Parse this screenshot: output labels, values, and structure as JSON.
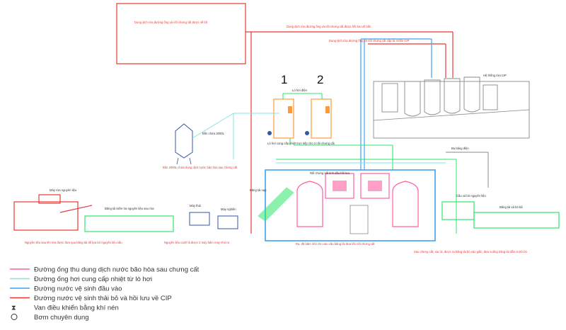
{
  "colors": {
    "pink": "#ff5fa2",
    "green": "#2ee66b",
    "cyan": "#7fe6e0",
    "blue": "#3da2f0",
    "red": "#e53935",
    "orange": "#ff9a3c",
    "gray": "#888888",
    "teal": "#2fb8a5"
  },
  "labels": {
    "wash_return_left": "Dung dịch rửa đường ống và nồi chưng cất được về bồ",
    "wash_return_right": "Dung dịch rửa đường ống và nồi chưng cất được hồi lưu về bồn",
    "cip_supply": "Dung dịch rửa đường ống và nồi chưng cất cấp từ 4 bồn CIP",
    "cip_system": "Hệ thống rửa CIP",
    "boiler_title": "Lò hơi điện",
    "boiler_number_1": "1",
    "boiler_number_2": "2",
    "boiler_supply": "Lò hơi cung cấp nhiệt trực tiếp cho 2 nồi chưng cất",
    "tank_title": "Bồn chứa 2000L",
    "tank_caption": "Bồn 2000L chứa dung dịch nước bão hòa sau chưng cất",
    "washer": "Máy rửa nguyên liệu",
    "conveyor_1": "Băng tải kiểm tra nguyên liệu sau rửa",
    "raw_note": "Nguyên liệu sau khi rửa được đưa qua băng tải để lựa bỏ nguyên liệu xấu",
    "slicer_label": "Máy thái",
    "grinder_label": "Máy nghiền",
    "cut_note": "Nguyên liệu cạnh lá được 2 máy băm máy nhỏ ra",
    "conveyor_2": "Băng tải nạp",
    "still_label": "Nồi chưng cất tinh dầu hồi lưu",
    "bottom_note": "Ra, đã băm nhỏ cho vào cầu băng tải đưa lên nồi chưng cất",
    "belt_electric": "Ba băng điện",
    "outlet_label": "Cầu xả bỏ nguyên liệu",
    "conveyor_3": "Băng tải xả bỏ bã",
    "after_note": "Sau chưng cất, xác lá, được ra băng tải bỏ vào giấc, đưa xuống băng tải dẫn ra bờ bỏ"
  },
  "legend": [
    {
      "text": "Đường ống thu dung dịch nước bão hòa sau chưng cất",
      "color": "#ff5fa2",
      "type": "line"
    },
    {
      "text": "Đường ống hơi cung cấp nhiệt từ lò hơi",
      "color": "#7fe6e0",
      "type": "line"
    },
    {
      "text": "Đường nước vệ sinh đầu vào",
      "color": "#3da2f0",
      "type": "line"
    },
    {
      "text": "Đường nước vệ sinh thải bỏ và hồi lưu về CIP",
      "color": "#e53935",
      "type": "line"
    },
    {
      "text": "Van điều khiển bằng khí nén",
      "color": "#333333",
      "type": "valve"
    },
    {
      "text": "Bơm chuyên dụng",
      "color": "#333333",
      "type": "pump"
    }
  ]
}
